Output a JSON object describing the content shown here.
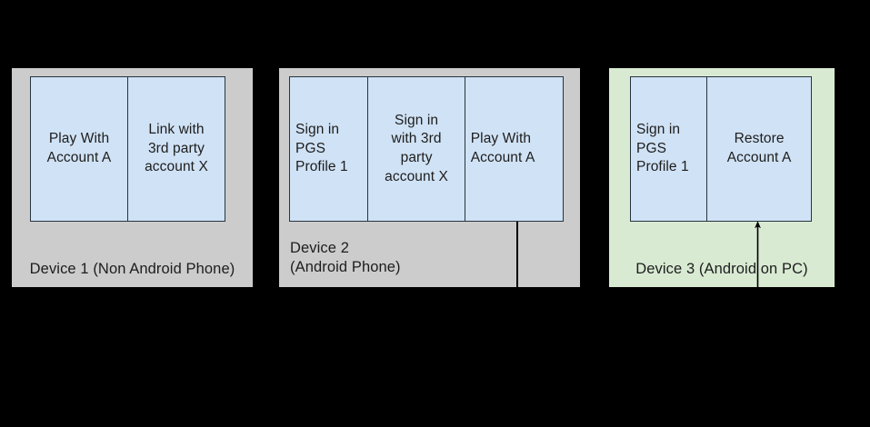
{
  "diagram": {
    "title_visible": false,
    "background_color": "#000000",
    "colors": {
      "panel_gray": "#cccccc",
      "panel_green": "#d9ead3",
      "box_blue": "#d0e2f5",
      "box_border": "#27343f",
      "connector": "#000000",
      "text": "#1d1d1d"
    }
  },
  "devices": [
    {
      "id": "device-1",
      "label": "Device 1 (Non Android Phone)",
      "panel_color": "#cccccc",
      "label_align": "center",
      "steps": [
        {
          "text": "Play With\nAccount A",
          "align": "center"
        },
        {
          "text": "Link with\n3rd party\naccount X",
          "align": "center"
        }
      ]
    },
    {
      "id": "device-2",
      "label": "Device 2\n(Android Phone)",
      "panel_color": "#cccccc",
      "label_align": "left",
      "steps": [
        {
          "text": "Sign in\nPGS\nProfile 1",
          "align": "left"
        },
        {
          "text": "Sign in\nwith 3rd\nparty\naccount X",
          "align": "center"
        },
        {
          "text": "Play With\nAccount A",
          "align": "left"
        }
      ]
    },
    {
      "id": "device-3",
      "label": "Device 3 (Android on PC)",
      "panel_color": "#d9ead3",
      "label_align": "center",
      "steps": [
        {
          "text": "Sign in\nPGS\nProfile 1",
          "align": "left"
        },
        {
          "text": "Restore\nAccount A",
          "align": "center"
        }
      ]
    }
  ],
  "connectors": [
    {
      "id": "device2-outflow",
      "from": "device-2 step 3 (Play With Account A)",
      "direction": "down",
      "arrowhead": false
    },
    {
      "id": "device3-inflow",
      "to": "device-3 step 2 (Restore Account A)",
      "direction": "up",
      "arrowhead": true
    }
  ]
}
